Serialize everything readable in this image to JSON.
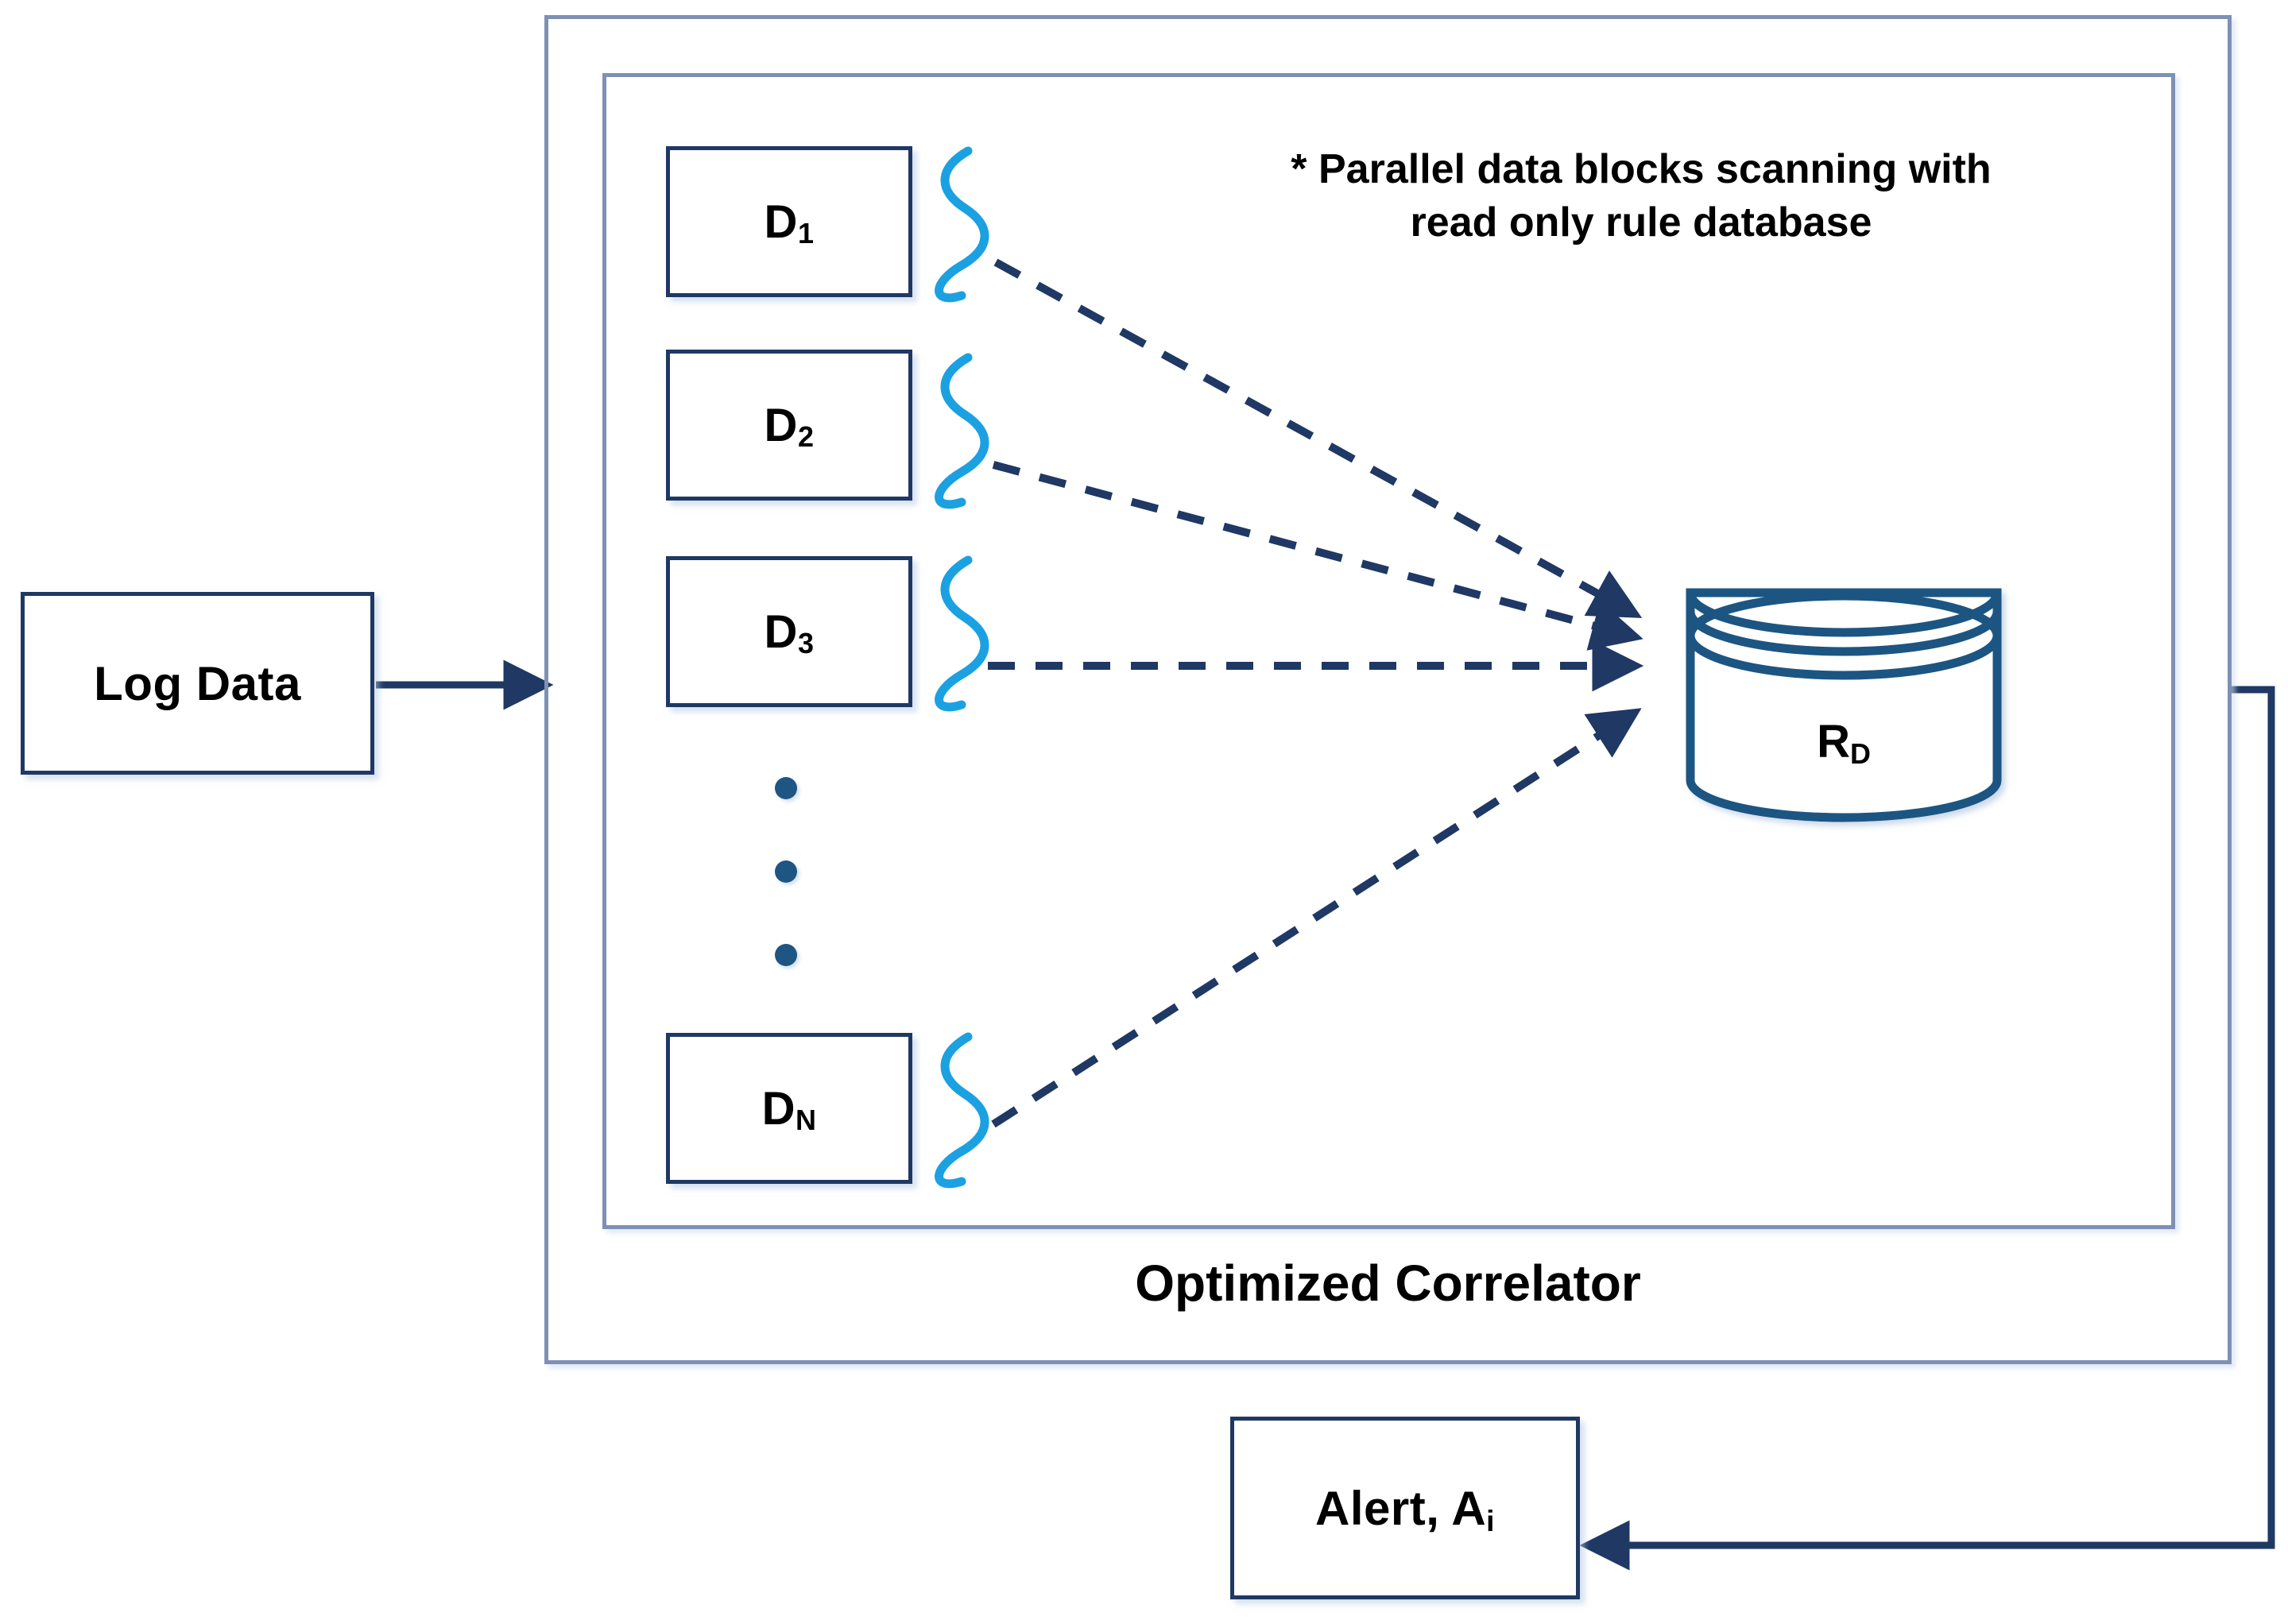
{
  "diagram": {
    "title": "Optimized Correlator",
    "annotation_line1": "* Parallel data blocks scanning with",
    "annotation_line2": "read only rule database",
    "colors": {
      "node_border": "#1F3864",
      "frame_border": "#7F90B5",
      "connector": "#1F3864",
      "squiggle": "#1BA1E2",
      "cylinder": "#1F5582",
      "ellipsis_dot": "#1F5582",
      "text": "#000000",
      "background": "#FFFFFF"
    }
  },
  "nodes": {
    "log_data": {
      "label": "Log Data"
    },
    "alert": {
      "label_main": "Alert, A",
      "label_sub": "i"
    },
    "rule_database": {
      "label_main": "R",
      "label_sub": "D"
    },
    "data_blocks": [
      {
        "label_main": "D",
        "label_sub": "1"
      },
      {
        "label_main": "D",
        "label_sub": "2"
      },
      {
        "label_main": "D",
        "label_sub": "3"
      },
      {
        "label_main": "D",
        "label_sub": "N"
      }
    ]
  },
  "ellipsis": {
    "dot_count": 3
  },
  "connectors": {
    "log_to_correlator": {
      "style": "solid",
      "direction": "right"
    },
    "block_to_database": {
      "style": "dashed",
      "direction": "right",
      "count": 4
    },
    "correlator_to_alert": {
      "style": "solid",
      "direction": "left"
    }
  },
  "squiggles": {
    "count": 4,
    "style": "vertical-wave"
  }
}
